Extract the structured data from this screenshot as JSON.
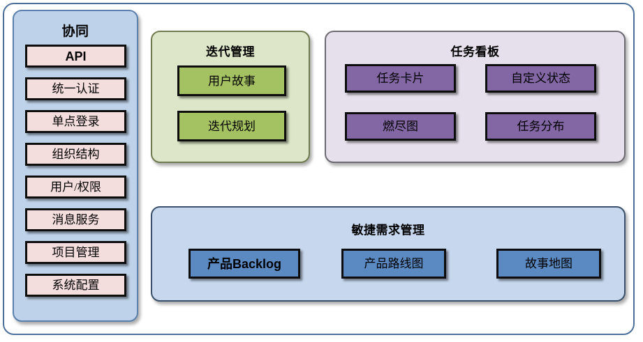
{
  "diagram": {
    "panels": {
      "collaboration": {
        "title": "协同",
        "color": "#bed2e9",
        "items": [
          {
            "label": "API",
            "style": "sans-bold"
          },
          {
            "label": "统一认证",
            "style": "serif"
          },
          {
            "label": "单点登录",
            "style": "serif"
          },
          {
            "label": "组织结构",
            "style": "serif"
          },
          {
            "label": "用户/权限",
            "style": "serif"
          },
          {
            "label": "消息服务",
            "style": "serif"
          },
          {
            "label": "项目管理",
            "style": "serif"
          },
          {
            "label": "系统配置",
            "style": "serif"
          }
        ]
      },
      "iteration": {
        "title": "迭代管理",
        "color": "#dde6c8",
        "box_color": "#a5c263",
        "items": [
          {
            "label": "用户故事"
          },
          {
            "label": "迭代规划"
          }
        ]
      },
      "taskboard": {
        "title": "任务看板",
        "color": "#e5e0eb",
        "box_color": "#8366a4",
        "items": [
          {
            "label": "任务卡片"
          },
          {
            "label": "自定义状态"
          },
          {
            "label": "燃尽图"
          },
          {
            "label": "任务分布"
          }
        ]
      },
      "agile": {
        "title": "敏捷需求管理",
        "color": "#c6d7ee",
        "box_color": "#5b8ac2",
        "items": [
          {
            "label": "产品Backlog"
          },
          {
            "label": "产品路线图"
          },
          {
            "label": "故事地图"
          }
        ]
      }
    }
  }
}
